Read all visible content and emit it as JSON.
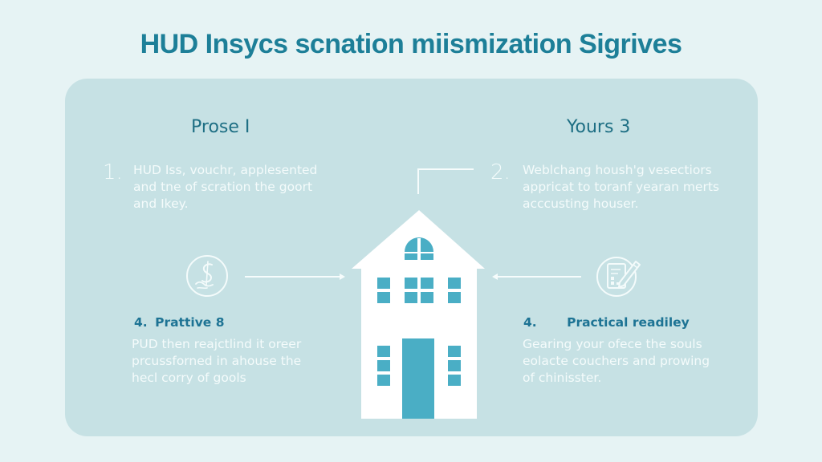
{
  "title": "HUD Insycs scnation miismization Sigrives",
  "colors": {
    "background": "#e6f3f4",
    "panel": "#c6e1e4",
    "title": "#1d7f98",
    "heading": "#1e6f84",
    "accent": "#4aaec5",
    "white": "#ffffff"
  },
  "left": {
    "heading": "Prose I",
    "step": {
      "number": "1.",
      "lines": [
        "HUD Iss, vouchr, applesented",
        "and tne of scration the goort",
        "and Ikey."
      ]
    },
    "icon": "dollar-hand-icon",
    "section": {
      "number": "4.",
      "title": "Prattive 8",
      "lines": [
        "PUD then reajctlind it oreer",
        "prcussforned in ahouse the",
        "hecl corry of gools"
      ]
    }
  },
  "right": {
    "heading": "Yours 3",
    "step": {
      "number": "2.",
      "lines": [
        "Weblchang housh'g vesectiors",
        "appricat to toranf yearan merts",
        "acccusting houser."
      ]
    },
    "icon": "document-pencil-icon",
    "section": {
      "number": "4.",
      "title": "Practical readiley",
      "lines": [
        "Gearing your ofece the souls",
        "eolacte couchers and prowing",
        "of chinisster."
      ]
    }
  },
  "center": {
    "icon": "house-icon"
  }
}
